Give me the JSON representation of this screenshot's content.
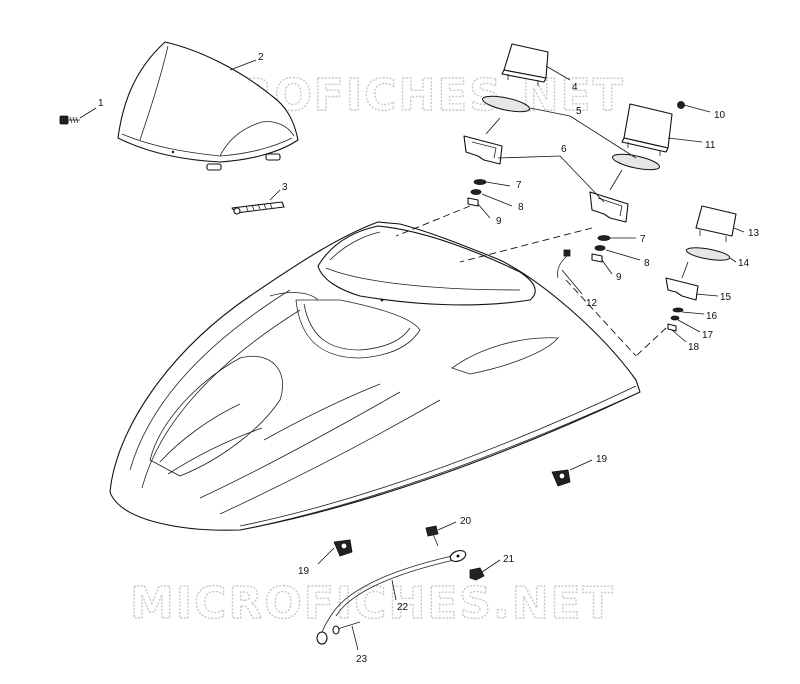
{
  "watermark": {
    "top": "MICROFICHES.NET",
    "bottom": "MICROFICHES.NET"
  },
  "callouts": [
    {
      "id": "c1",
      "label": "1"
    },
    {
      "id": "c2",
      "label": "2"
    },
    {
      "id": "c3",
      "label": "3"
    },
    {
      "id": "c4",
      "label": "4"
    },
    {
      "id": "c5",
      "label": "5"
    },
    {
      "id": "c6",
      "label": "6"
    },
    {
      "id": "c7a",
      "label": "7"
    },
    {
      "id": "c8a",
      "label": "8"
    },
    {
      "id": "c9a",
      "label": "9"
    },
    {
      "id": "c10",
      "label": "10"
    },
    {
      "id": "c11",
      "label": "11"
    },
    {
      "id": "c7b",
      "label": "7"
    },
    {
      "id": "c8b",
      "label": "8"
    },
    {
      "id": "c9b",
      "label": "9"
    },
    {
      "id": "c12",
      "label": "12"
    },
    {
      "id": "c13",
      "label": "13"
    },
    {
      "id": "c14",
      "label": "14"
    },
    {
      "id": "c15",
      "label": "15"
    },
    {
      "id": "c16",
      "label": "16"
    },
    {
      "id": "c17",
      "label": "17"
    },
    {
      "id": "c18",
      "label": "18"
    },
    {
      "id": "c19a",
      "label": "19"
    },
    {
      "id": "c19b",
      "label": "19"
    },
    {
      "id": "c20",
      "label": "20"
    },
    {
      "id": "c21",
      "label": "21"
    },
    {
      "id": "c22",
      "label": "22"
    },
    {
      "id": "c23",
      "label": "23"
    }
  ]
}
